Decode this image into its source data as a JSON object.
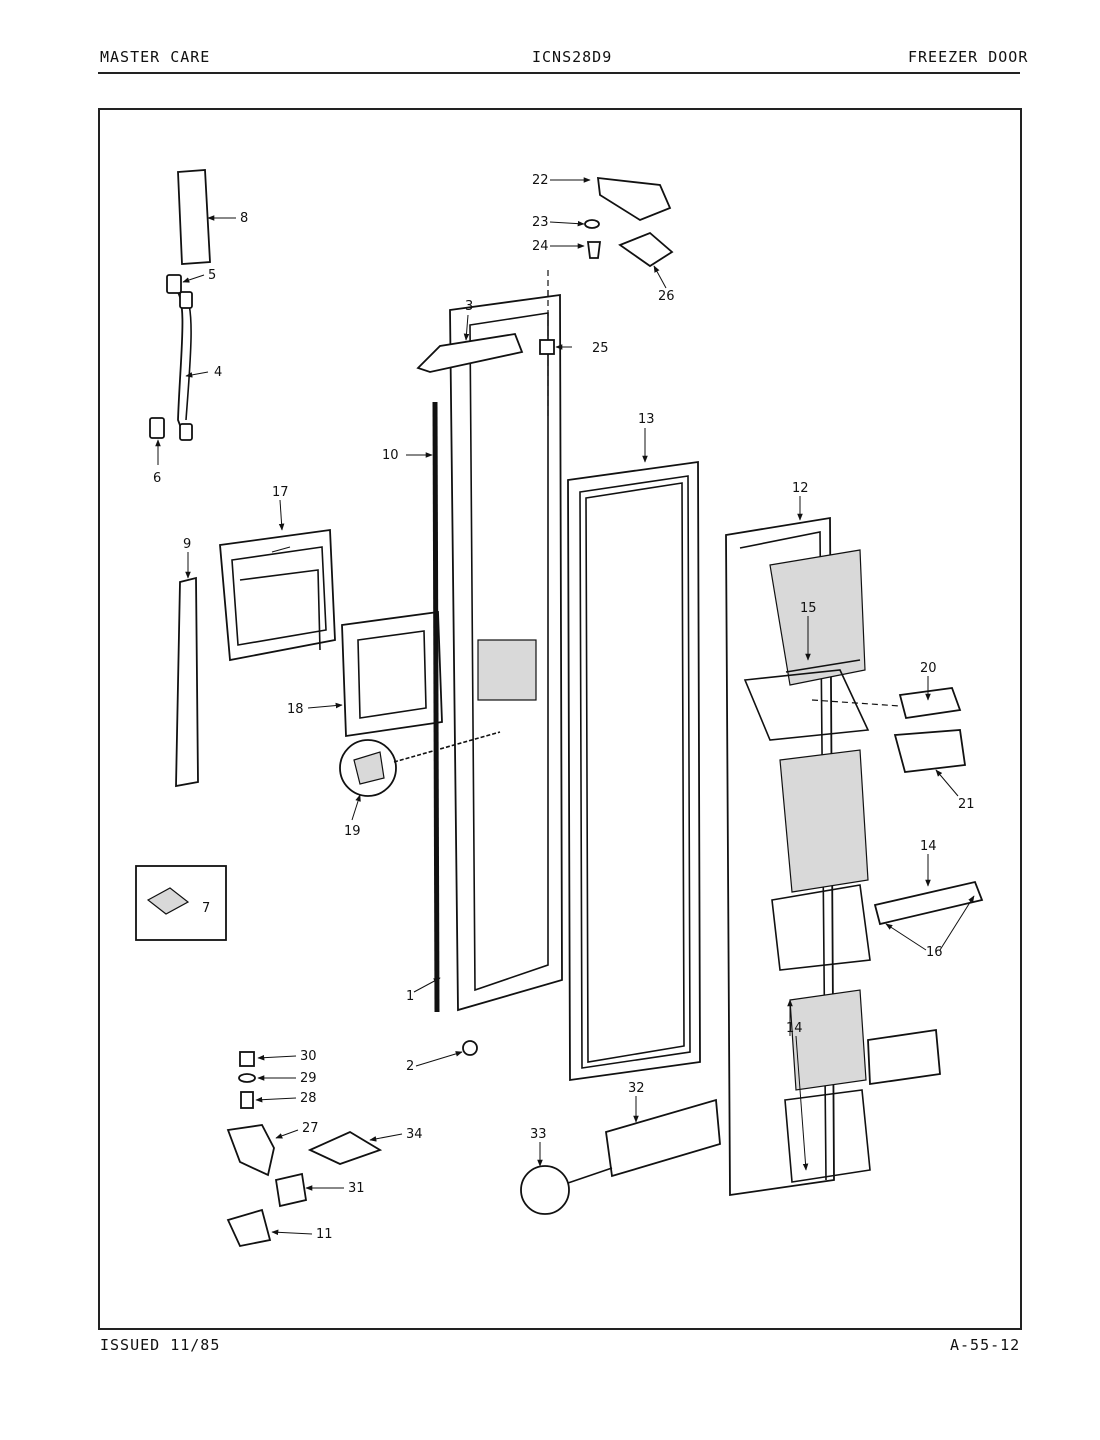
{
  "header": {
    "left": "MASTER CARE",
    "center": "ICNS28D9",
    "right": "FREEZER DOOR"
  },
  "footer": {
    "left": "ISSUED 11/85",
    "right": "A-55-12"
  },
  "callouts": {
    "c1": "1",
    "c2": "2",
    "c3": "3",
    "c4": "4",
    "c5": "5",
    "c6": "6",
    "c7": "7",
    "c8": "8",
    "c9": "9",
    "c10": "10",
    "c11": "11",
    "c12": "12",
    "c13": "13",
    "c14a": "14",
    "c14b": "14",
    "c15": "15",
    "c16": "16",
    "c17": "17",
    "c18": "18",
    "c19": "19",
    "c20": "20",
    "c21": "21",
    "c22": "22",
    "c23": "23",
    "c24": "24",
    "c25": "25",
    "c26": "26",
    "c27": "27",
    "c28": "28",
    "c29": "29",
    "c30": "30",
    "c31": "31",
    "c32": "32",
    "c33": "33",
    "c34": "34"
  }
}
